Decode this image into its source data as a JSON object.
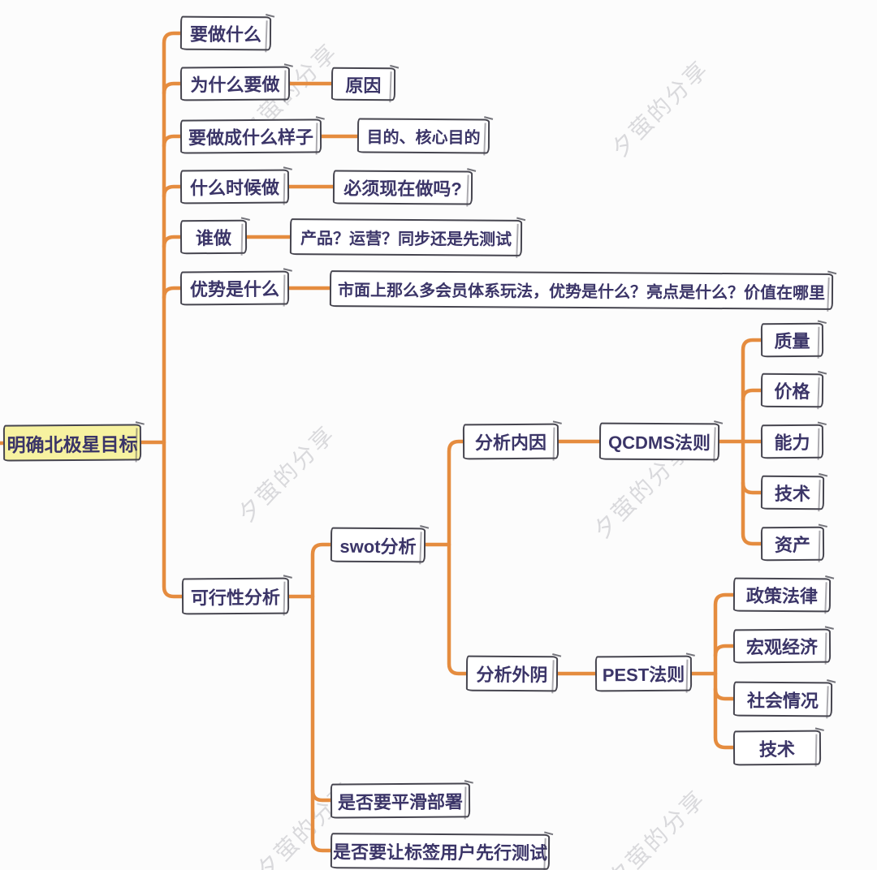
{
  "mindmap": {
    "watermark": "夕萤的分享",
    "colors": {
      "connector": "#E58C3F",
      "node_border": "#46454F",
      "node_text": "#3B3568",
      "root_bg": "#F7F2A0",
      "watermark": "#C2C2C7"
    },
    "nodes": {
      "root": "明确北极星目标",
      "what": "要做什么",
      "why": "为什么要做",
      "reason": "原因",
      "shape": "要做成什么样子",
      "goal": "目的、核心目的",
      "when": "什么时候做",
      "must_now": "必须现在做吗?",
      "who": "谁做",
      "prod_ops": "产品？运营？同步还是先测试",
      "advantage": "优势是什么",
      "market": "市面上那么多会员体系玩法，优势是什么？亮点是什么？价值在哪里",
      "feasibility": "可行性分析",
      "swot": "swot分析",
      "smooth_deploy": "是否要平滑部署",
      "tag_user_test": "是否要让标签用户先行测试",
      "internal_analysis": "分析内因",
      "qcdms": "QCDMS法则",
      "quality": "质量",
      "price": "价格",
      "ability": "能力",
      "tech": "技术",
      "asset": "资产",
      "external_analysis": "分析外阴",
      "pest": "PEST法则",
      "policy_law": "政策法律",
      "macro_economy": "宏观经济",
      "social_condition": "社会情况",
      "pest_tech": "技术"
    }
  }
}
